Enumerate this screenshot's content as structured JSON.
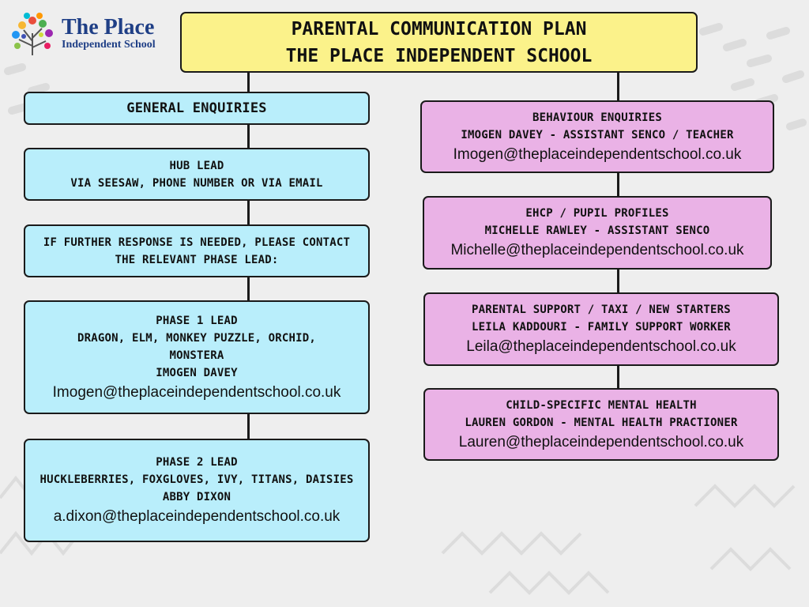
{
  "logo": {
    "name": "The Place",
    "subtitle": "Independent School",
    "icon": "tree-logo-icon"
  },
  "title": {
    "line1": "PARENTAL COMMUNICATION PLAN",
    "line2": "THE PLACE INDEPENDENT SCHOOL"
  },
  "left": {
    "general": "GENERAL ENQUIRIES",
    "hub": {
      "line1": "Hub lead",
      "line2": "via Seesaw, phone number or via email"
    },
    "further": {
      "line1": "If further response is needed, please contact",
      "line2": "the relevant phase lead:"
    },
    "phase1": {
      "line1": "PHASE 1 LEAD",
      "line2": "DRAGON, ELM, MONKEY PUZZLE, ORCHID,",
      "line3": "MONSTERA",
      "line4": "IMOGEN DAVEY",
      "email": "Imogen@theplaceindependentschool.co.uk"
    },
    "phase2": {
      "line1": "PHASE 2 LEAD",
      "line2": "Huckleberries, Foxgloves, Ivy, Titans, Daisies",
      "line3": "ABBY DIXON",
      "email": "a.dixon@theplaceindependentschool.co.uk"
    }
  },
  "right": {
    "behaviour": {
      "line1": "behaviour enquiries",
      "line2": "Imogen Davey - Assistant SENCO / teacher",
      "email": "Imogen@theplaceindependentschool.co.uk"
    },
    "ehcp": {
      "line1": "EHCP / pupil profiles",
      "line2": "Michelle Rawley - assistant SENCO",
      "email": "Michelle@theplaceindependentschool.co.uk"
    },
    "parental": {
      "line1": "Parental support / taxi / new starters",
      "line2": "Leila Kaddouri - Family Support Worker",
      "email": "Leila@theplaceindependentschool.co.uk"
    },
    "mental": {
      "line1": "child-specific mental health",
      "line2": "Lauren Gordon - Mental Health Practioner",
      "email": "Lauren@theplaceindependentschool.co.uk"
    }
  },
  "colors": {
    "title": "#fbf28a",
    "left": "#b9eefb",
    "right": "#eab2e6",
    "logo": "#1f3f86"
  }
}
